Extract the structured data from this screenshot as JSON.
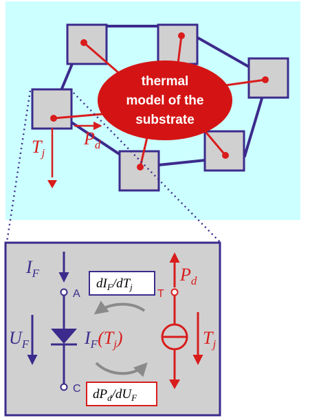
{
  "substrate": {
    "label_line1": "thermal",
    "label_line2": "model of the",
    "label_line3": "substrate",
    "pd_label": "P",
    "pd_sub": "d",
    "tj_label": "T",
    "tj_sub": "j"
  },
  "circuit": {
    "if_label": "I",
    "if_sub": "F",
    "node_a": "A",
    "node_c": "C",
    "node_t": "T",
    "uf_label": "U",
    "uf_sub": "F",
    "diode_label_i": "I",
    "diode_label_sub": "F",
    "diode_label_t": "(T",
    "diode_label_tsub": "j",
    "diode_label_close": ")",
    "coupling_top": {
      "d1": "dI",
      "s1": "F",
      "slash": "/",
      "d2": "dT",
      "s2": "j"
    },
    "coupling_bottom": {
      "d1": "dP",
      "s1": "d",
      "slash": "/",
      "d2": "dU",
      "s2": "F"
    },
    "pd_label": "P",
    "pd_sub": "d",
    "tj_label": "T",
    "tj_sub": "j"
  },
  "colors": {
    "background_top": "#ccffff",
    "panel": "#d0d0d0",
    "purple": "#3c2a8c",
    "red": "#d91c1c",
    "ellipse": "#d41414",
    "arrow_gray": "#8a8a8a"
  }
}
